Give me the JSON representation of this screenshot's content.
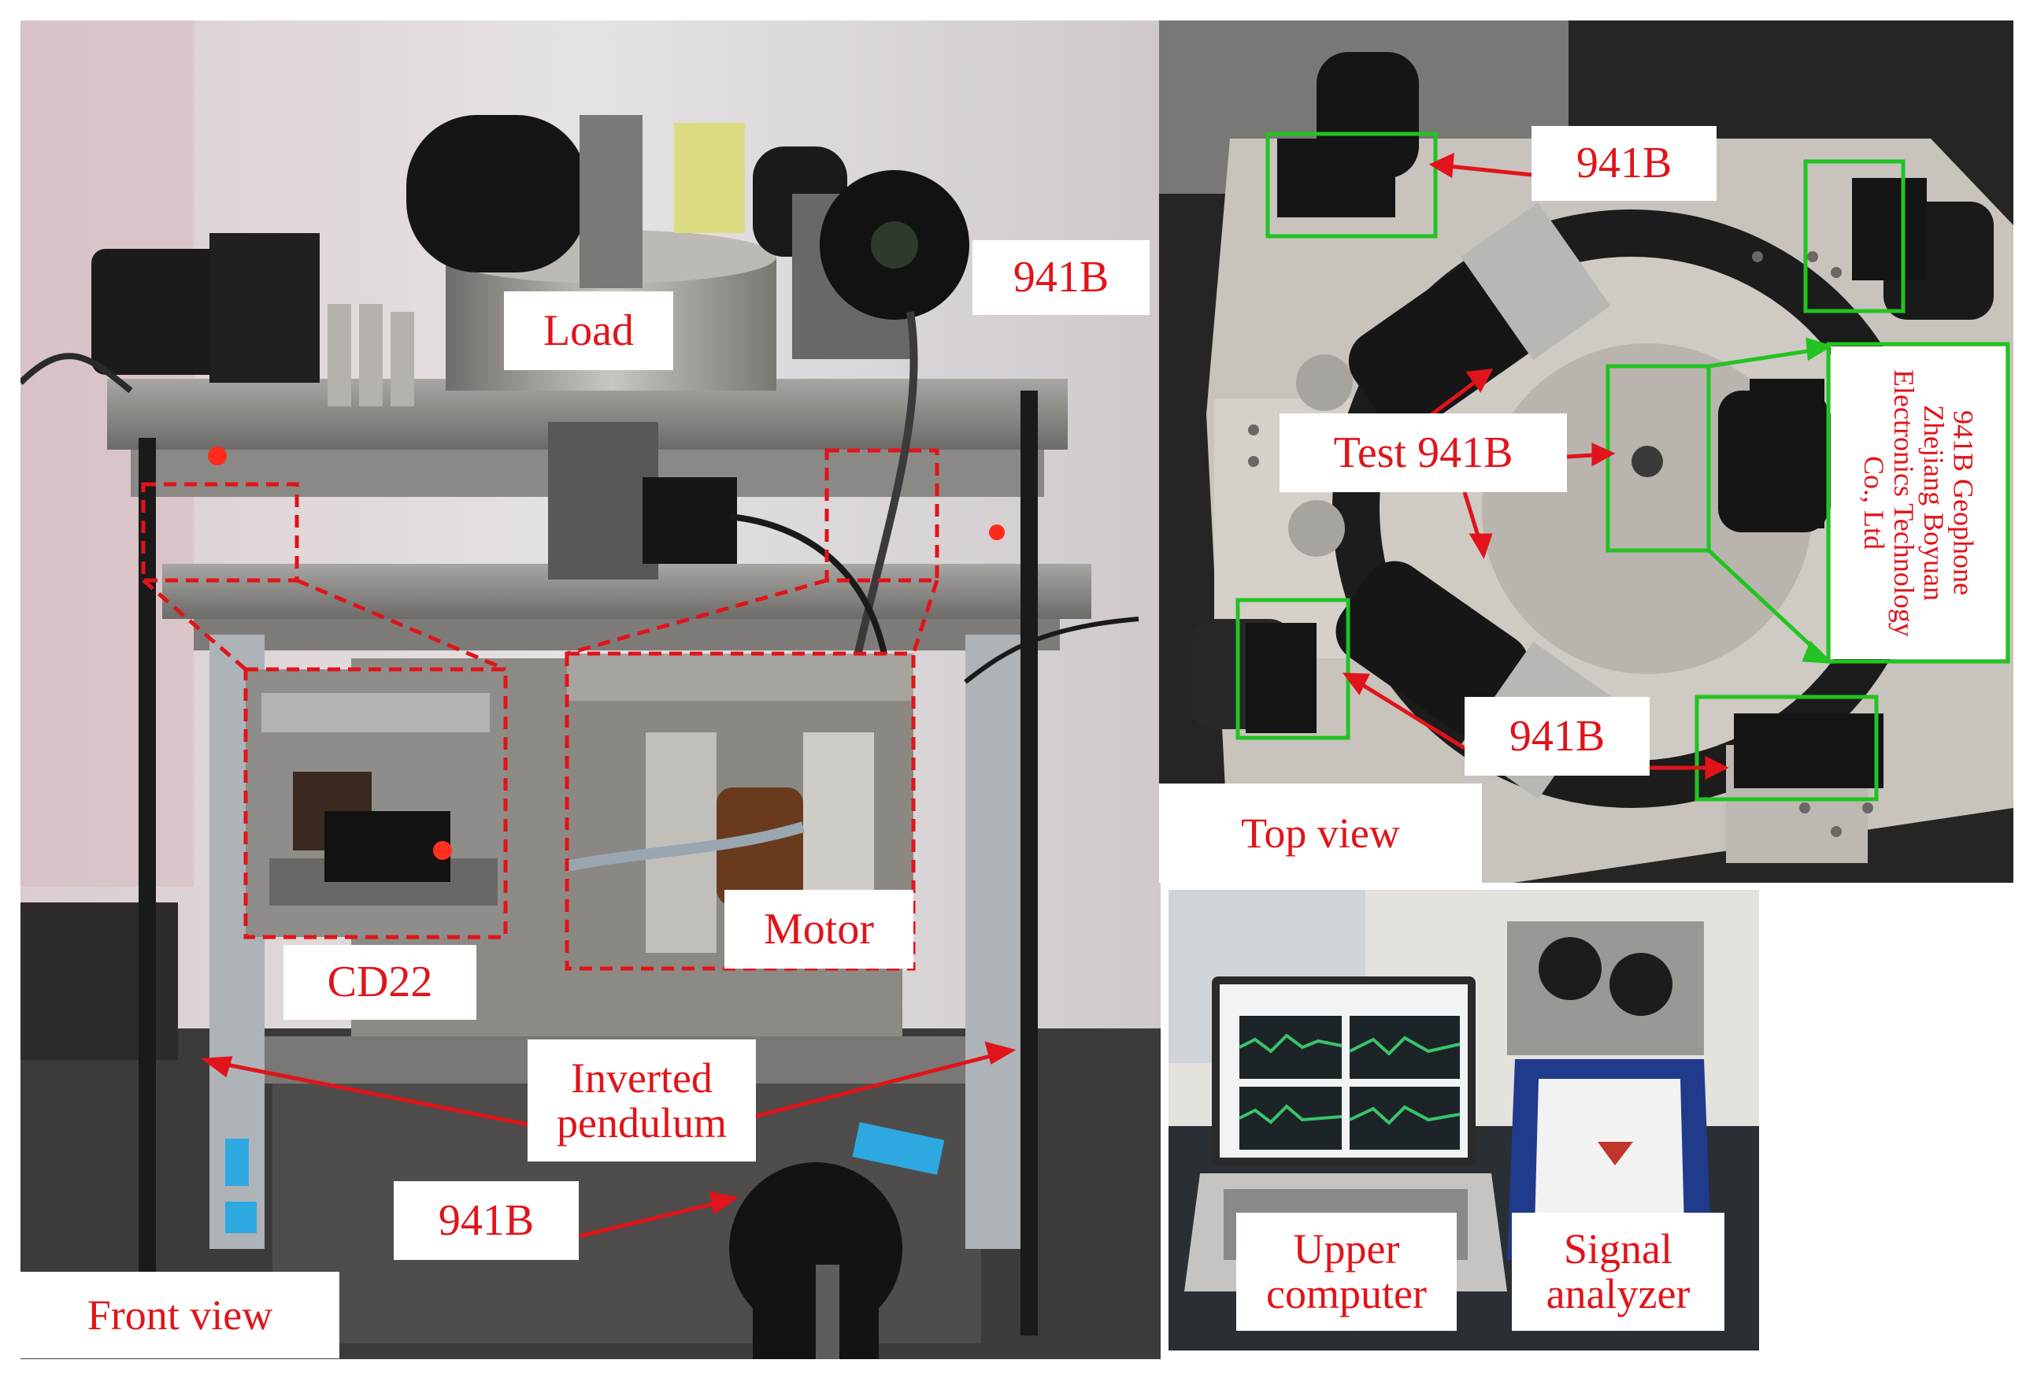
{
  "front_view": {
    "caption": "Front view",
    "labels": {
      "load": "Load",
      "sensor_top_right": "941B",
      "cd22": "CD22",
      "motor": "Motor",
      "inverted_pendulum": "Inverted\npendulum",
      "sensor_bottom": "941B"
    }
  },
  "top_view": {
    "caption": "Top view",
    "labels": {
      "sensor_top": "941B",
      "test_sensor": "Test 941B",
      "sensor_bottom": "941B",
      "manufacturer": "941B Geophone\nZhejiang Boyuan\nElectronics Technology\nCo., Ltd"
    }
  },
  "setup_view": {
    "labels": {
      "upper_computer": "Upper\ncomputer",
      "signal_analyzer": "Signal\nanalyzer"
    }
  },
  "colors": {
    "label_text": "#e0141a",
    "arrow": "#e0141a",
    "highlight_box": "#22c322",
    "dashed_box": "#e0141a"
  }
}
